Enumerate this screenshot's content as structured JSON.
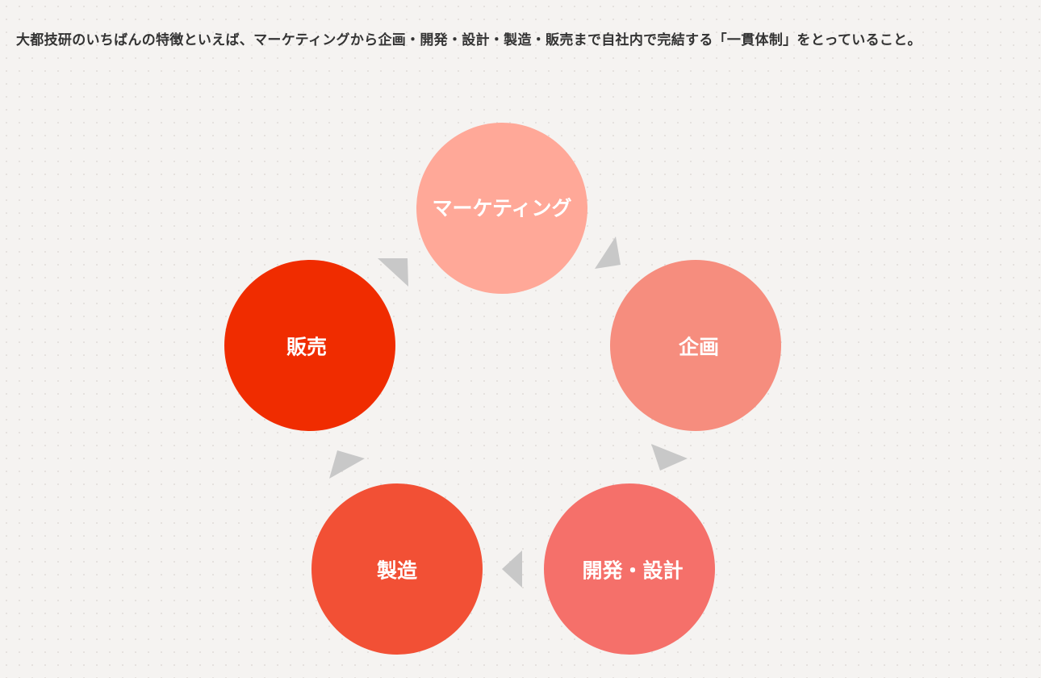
{
  "intro_text": "大都技研のいちばんの特徴といえば、マーケティングから企画・開発・設計・製造・販売まで自社内で完結する「一貫体制」をとっていること。",
  "cycle": [
    {
      "label": "マーケティング",
      "color": "#ffa898"
    },
    {
      "label": "企画",
      "color": "#f68d7e"
    },
    {
      "label": "開発・設計",
      "color": "#f5706a"
    },
    {
      "label": "製造",
      "color": "#f25035"
    },
    {
      "label": "販売",
      "color": "#f02c00"
    }
  ],
  "arrow_color": "#c8c8c8"
}
